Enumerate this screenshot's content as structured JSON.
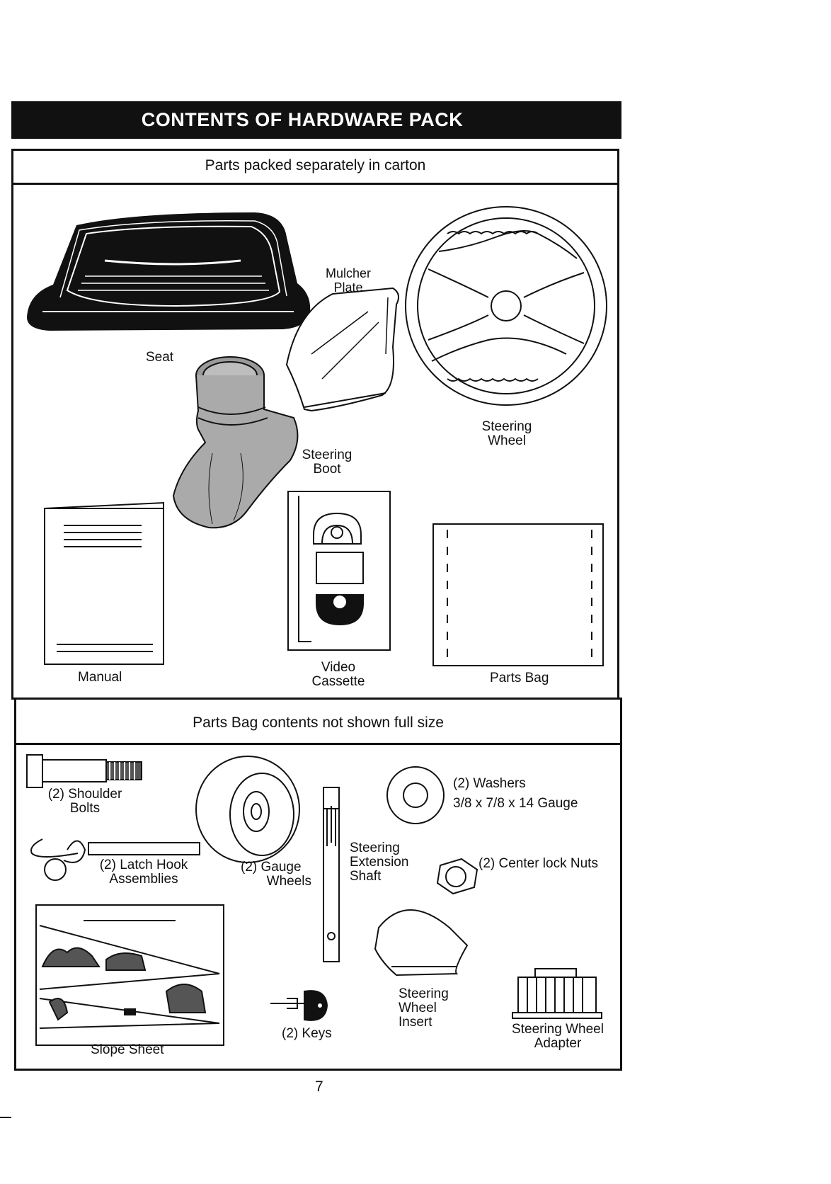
{
  "title": "CONTENTS OF HARDWARE PACK",
  "section1": {
    "header": "Parts packed separately in carton",
    "items": {
      "seat": "Seat",
      "mulcher_plate": [
        "Mulcher",
        "Plate"
      ],
      "steering_wheel": [
        "Steering",
        "Wheel"
      ],
      "steering_boot": [
        "Steering",
        "Boot"
      ],
      "manual": "Manual",
      "video_cassette": [
        "Video",
        "Cassette"
      ],
      "parts_bag": "Parts Bag"
    }
  },
  "section2": {
    "header": "Parts Bag contents not shown full size",
    "items": {
      "shoulder_bolts": [
        "(2) Shoulder",
        "Bolts"
      ],
      "gauge_wheels": [
        "(2) Gauge",
        "Wheels"
      ],
      "washers": [
        "(2) Washers",
        "3/8 x 7/8 x 14 Gauge"
      ],
      "latch_hook": [
        "(2) Latch Hook",
        "Assemblies"
      ],
      "extension_shaft": [
        "Steering",
        "Extension",
        "Shaft"
      ],
      "center_lock_nuts": "(2) Center lock Nuts",
      "slope_sheet": "Slope Sheet",
      "keys": "(2) Keys",
      "wheel_insert": [
        "Steering",
        "Wheel",
        "Insert"
      ],
      "wheel_adapter": [
        "Steering Wheel",
        "Adapter"
      ]
    }
  },
  "page_number": "7"
}
